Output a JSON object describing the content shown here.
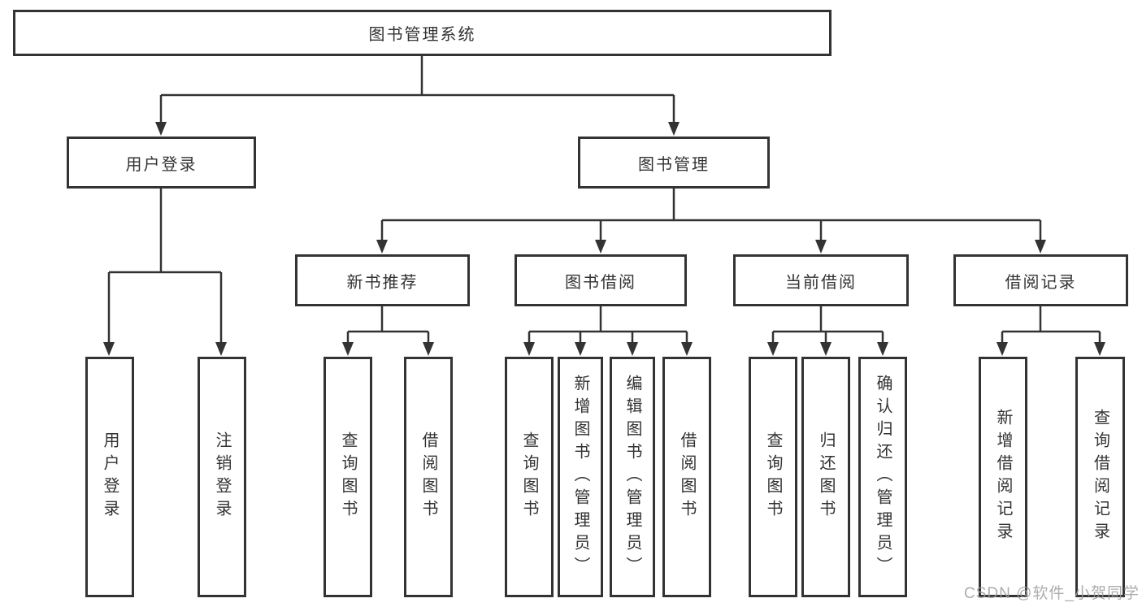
{
  "title": "图书管理系统",
  "watermark": "CSDN @软件_小贺同学",
  "colors": {
    "line": "#333333",
    "box_border": "#333333",
    "box_bg": "#ffffff",
    "text": "#333333",
    "watermark": "#9e9e9e",
    "background": "#ffffff"
  },
  "nodes": {
    "root": {
      "label": "图书管理系统"
    },
    "user_login": {
      "label": "用户登录"
    },
    "book_mgmt": {
      "label": "图书管理"
    },
    "new_book_rec": {
      "label": "新书推荐"
    },
    "book_borrow": {
      "label": "图书借阅"
    },
    "current_borrow": {
      "label": "当前借阅"
    },
    "borrow_record": {
      "label": "借阅记录"
    },
    "leaf_user_login": {
      "label": "用户登录"
    },
    "leaf_logout": {
      "label": "注销登录"
    },
    "leaf_query_book_1": {
      "label": "查询图书"
    },
    "leaf_borrow_book_1": {
      "label": "借阅图书"
    },
    "leaf_query_book_2": {
      "label": "查询图书"
    },
    "leaf_add_book": {
      "label": "新增图书（管理员）"
    },
    "leaf_edit_book": {
      "label": "编辑图书（管理员）"
    },
    "leaf_borrow_book_2": {
      "label": "借阅图书"
    },
    "leaf_query_book_3": {
      "label": "查询图书"
    },
    "leaf_return_book": {
      "label": "归还图书"
    },
    "leaf_confirm_return": {
      "label": "确认归还（管理员）"
    },
    "leaf_add_borrow_record": {
      "label": "新增借阅记录"
    },
    "leaf_query_borrow_record": {
      "label": "查询借阅记录"
    }
  }
}
